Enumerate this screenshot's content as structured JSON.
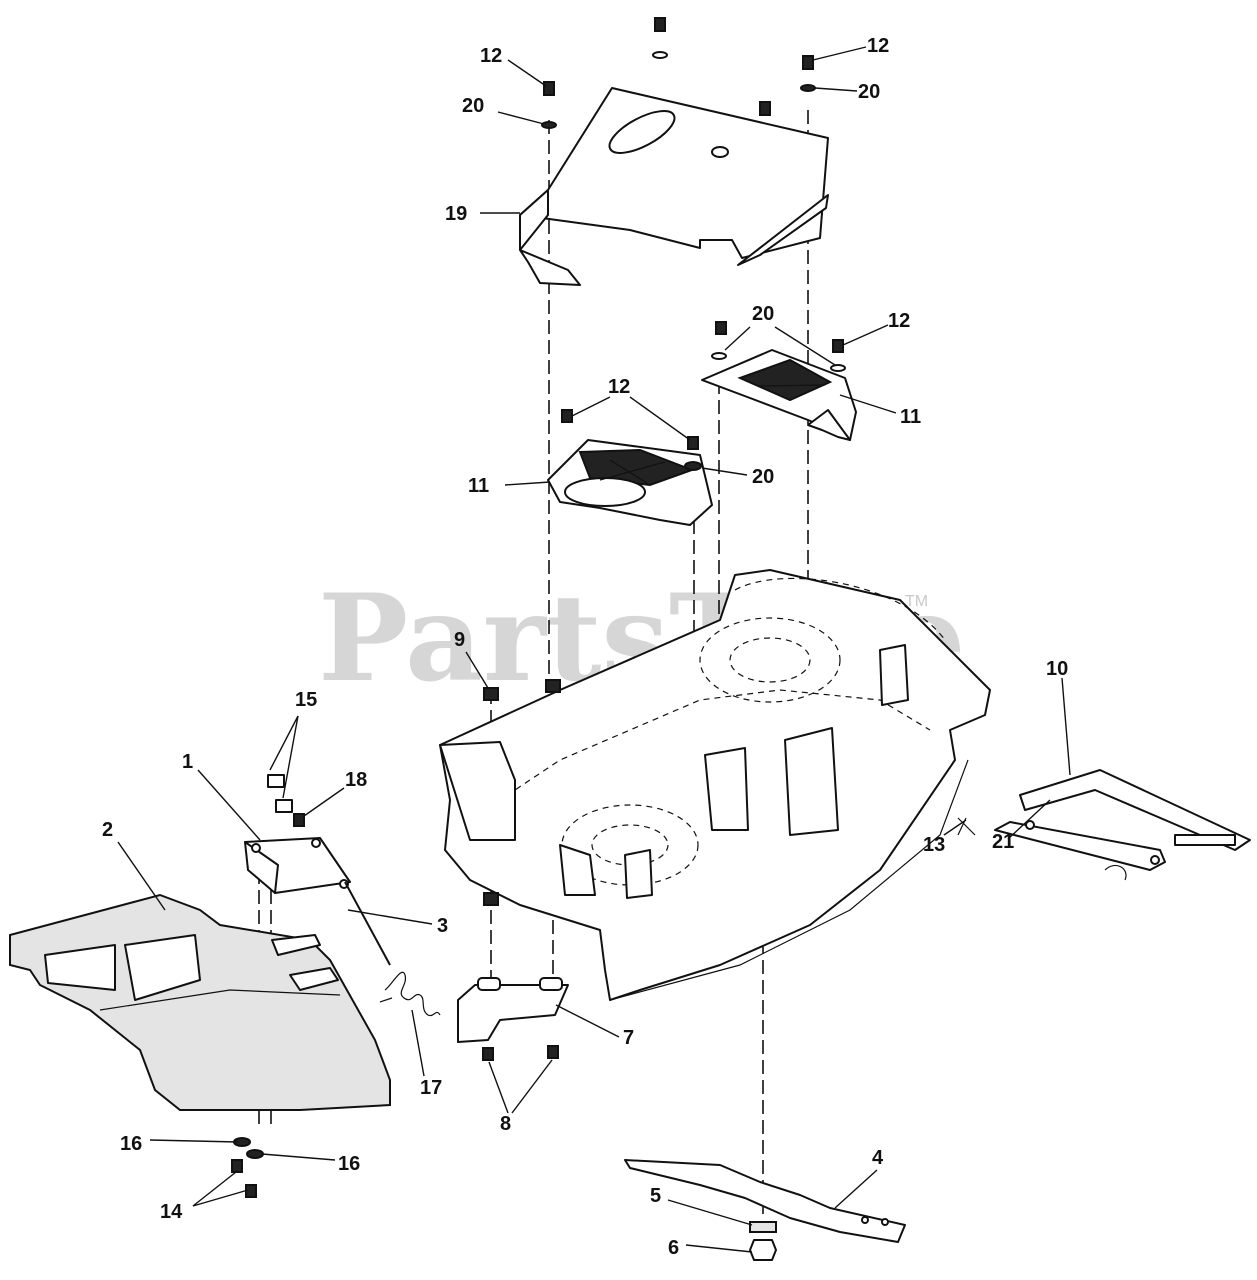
{
  "watermark": {
    "text": "PartsTree",
    "trademark": "TM"
  },
  "callouts": {
    "c1": "1",
    "c2": "2",
    "c3": "3",
    "c4": "4",
    "c5": "5",
    "c6": "6",
    "c7": "7",
    "c8": "8",
    "c9": "9",
    "c10": "10",
    "c11a": "11",
    "c11b": "11",
    "c12a": "12",
    "c12b": "12",
    "c12c": "12",
    "c12d": "12",
    "c13": "13",
    "c14": "14",
    "c15": "15",
    "c16a": "16",
    "c16b": "16",
    "c17": "17",
    "c18": "18",
    "c19": "19",
    "c20a": "20",
    "c20b": "20",
    "c20c": "20",
    "c20d": "20",
    "c21": "21"
  },
  "colors": {
    "line": "#111111",
    "watermark": "#c9c9c9",
    "background": "#ffffff"
  }
}
